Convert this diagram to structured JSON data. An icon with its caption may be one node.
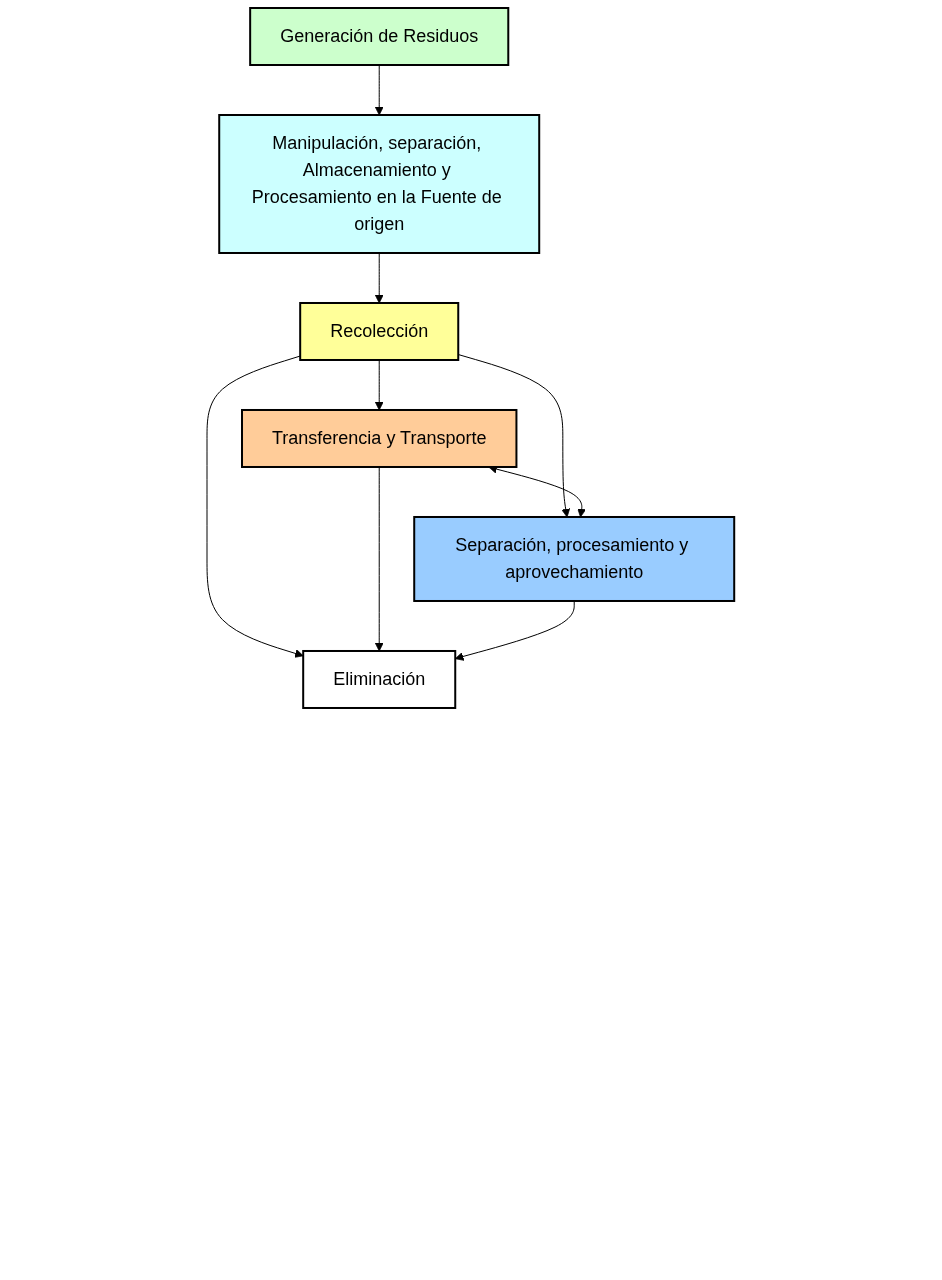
{
  "diagram": {
    "nodes": [
      {
        "text": [
          "Generación de Residuos"
        ]
      },
      {
        "text": [
          "Manipulación, separación, Almacenamiento y Procesamiento en la Fuente de origen"
        ]
      },
      {
        "text": [
          "Recolección"
        ]
      },
      {
        "text": [
          "Transferencia y Transporte"
        ]
      },
      {
        "text": [
          "Separación, procesamiento y aprovechamiento"
        ]
      },
      {
        "text": [
          "Eliminación"
        ]
      }
    ],
    "edges": [
      {
        "from": 0,
        "to": 1,
        "arrow": "to"
      },
      {
        "from": 1,
        "to": 2,
        "arrow": "to"
      },
      {
        "from": 2,
        "to": 3,
        "arrow": "to"
      },
      {
        "from": 2,
        "to": 4,
        "arrow": "to"
      },
      {
        "from": 2,
        "to": 5,
        "arrow": "to"
      },
      {
        "from": 3,
        "to": 4,
        "arrow": "both"
      },
      {
        "from": 3,
        "to": 5,
        "arrow": "to"
      },
      {
        "from": 4,
        "to": 5,
        "arrow": "to"
      }
    ]
  }
}
